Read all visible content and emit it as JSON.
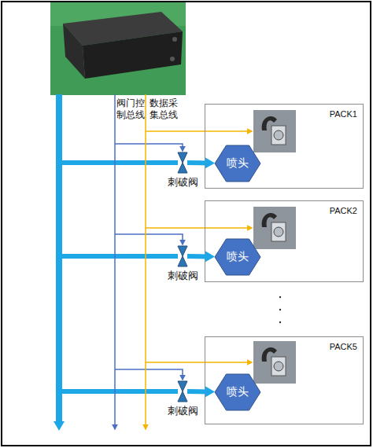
{
  "diagram": {
    "nodes": [
      {
        "text": [
          "PACK1"
        ]
      },
      {
        "text": [
          "刺破阀"
        ]
      },
      {
        "text": [
          "喷头"
        ],
        "in": 0
      },
      {
        "text": [
          "PACK2"
        ]
      },
      {
        "text": [
          "刺破阀"
        ]
      },
      {
        "text": [
          "喷头"
        ],
        "in": 3
      },
      {
        "text": [
          "PACK5"
        ]
      },
      {
        "text": [
          "刺破阀"
        ]
      },
      {
        "text": [
          "喷头"
        ],
        "in": 6
      }
    ],
    "edges": [
      {
        "from": 1,
        "to": 2,
        "arrow": "to"
      },
      {
        "from": 4,
        "to": 5,
        "arrow": "to"
      },
      {
        "from": 7,
        "to": 8,
        "arrow": "to"
      }
    ],
    "labels": [
      "阀门控 制总线",
      "数据采 集总线"
    ]
  }
}
